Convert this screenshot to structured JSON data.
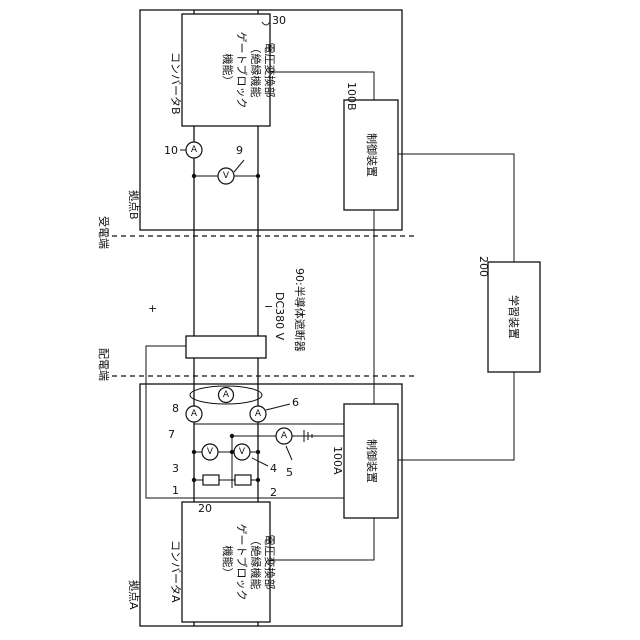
{
  "sites": {
    "a": "拠点A",
    "b": "拠点B"
  },
  "ends": {
    "send": "配電端",
    "receive": "受電端"
  },
  "converter_a": {
    "name": "コンバータA",
    "num": "20",
    "lines": [
      "電圧変換部",
      "（絶縁機能",
      "ゲートブロック",
      "機能）"
    ]
  },
  "converter_b": {
    "name": "コンバータB",
    "num": "30",
    "lines": [
      "電圧変換部",
      "（絶縁機能",
      "ゲートブロック",
      "機能）"
    ]
  },
  "control_a": {
    "label": "制御装置",
    "num": "100A"
  },
  "control_b": {
    "label": "制御装置",
    "num": "100B"
  },
  "learning": {
    "label": "学習装置",
    "num": "200"
  },
  "breaker_label": "90:半導体遮断器",
  "voltage": "DC380 V",
  "plus": "+",
  "minus": "−",
  "meters": {
    "ammeter": "A",
    "voltmeter": "V"
  },
  "refs": {
    "r1": "1",
    "r2": "2",
    "r3": "3",
    "r4": "4",
    "r5": "5",
    "r6": "6",
    "r7": "7",
    "r8": "8",
    "r9": "9",
    "r10": "10"
  }
}
